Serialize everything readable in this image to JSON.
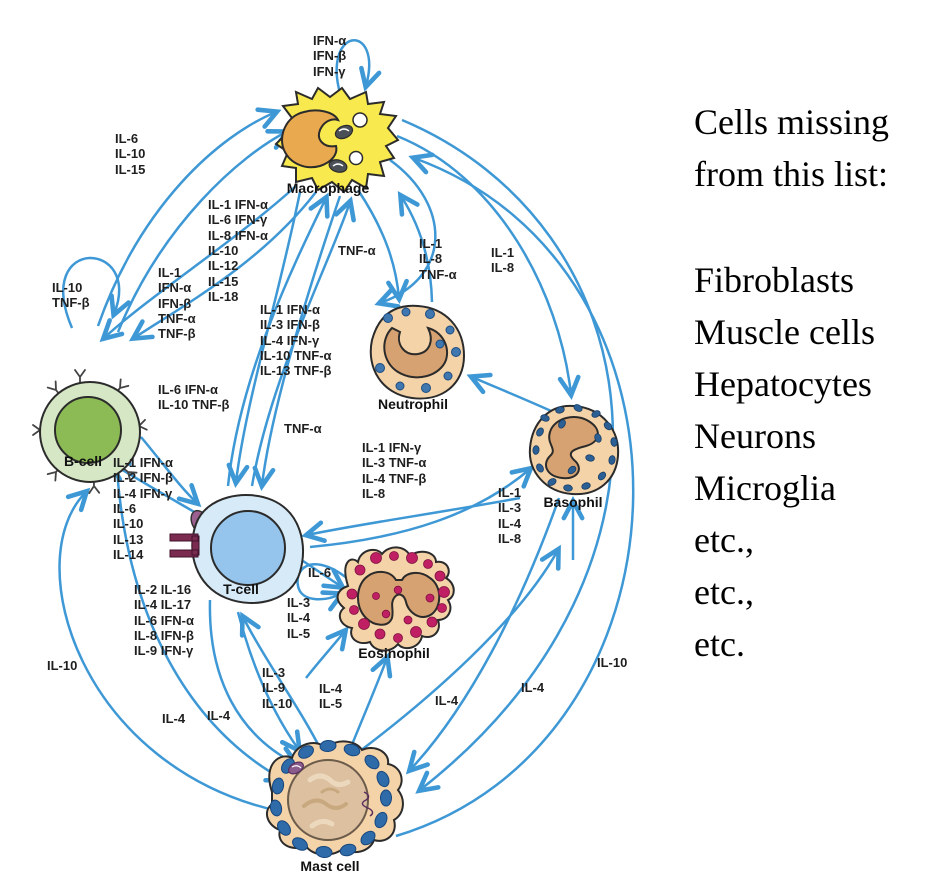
{
  "colors": {
    "arrow": "#3e98d5",
    "label_text": "#1f1f1f",
    "outline": "#2b2b2b",
    "macrophage_body": "#f8e94e",
    "macrophage_nucleus": "#e9a94f",
    "bcell_outer": "#d6e7c5",
    "bcell_nucleus": "#8cbb55",
    "tcell_outer": "#d6eaf8",
    "tcell_nucleus": "#95c5ec",
    "granulocyte_body": "#f5d3a8",
    "neutrophil_nucleus": "#d7a271",
    "eosinophil_granule": "#c02063",
    "basophil_granule": "#2c5f94",
    "mast_granule": "#2f6ba8",
    "mast_nucleus": "#dcc0a0",
    "receptor": "#7b2b50"
  },
  "cells": [
    {
      "id": "macrophage",
      "label": "Macrophage"
    },
    {
      "id": "b-cell",
      "label": "B-cell"
    },
    {
      "id": "t-cell",
      "label": "T-cell"
    },
    {
      "id": "neutrophil",
      "label": "Neutrophil"
    },
    {
      "id": "basophil",
      "label": "Basophil"
    },
    {
      "id": "eosinophil",
      "label": "Eosinophil"
    },
    {
      "id": "mast-cell",
      "label": "Mast cell"
    }
  ],
  "cytokine_labels": [
    {
      "id": "macrophage-self-loop",
      "text": "IFN-α\nIFN-β\nIFN-γ"
    },
    {
      "id": "bcell-to-macrophage",
      "text": "IL-6\nIL-10\nIL-15"
    },
    {
      "id": "tcell-to-macrophage",
      "text": "IL-1  IFN-α\nIL-6  IFN-γ\nIL-8  IFN-α\nIL-10\nIL-12\nIL-15\nIL-18"
    },
    {
      "id": "macrophage-to-bcell",
      "text": "IL-1\nIFN-α\nIFN-β\nTNF-α\nTNF-β"
    },
    {
      "id": "bcell-self-loop",
      "text": "IL-10\nTNF-β"
    },
    {
      "id": "macrophage-to-tcell",
      "text": "IL-1   IFN-α\nIL-3   IFN-β\nIL-4   IFN-γ\nIL-10 TNF-α\nIL-13 TNF-β"
    },
    {
      "id": "neutrophil-to-macrophage",
      "text": "TNF-α"
    },
    {
      "id": "macrophage-to-neutrophil",
      "text": "IL-1\nIL-8\nTNF-α"
    },
    {
      "id": "macrophage-to-basophil",
      "text": "IL-1\nIL-8"
    },
    {
      "id": "bcell-tcell-pair",
      "text": "IL-6  IFN-α\nIL-10 TNF-β"
    },
    {
      "id": "tcell-tnf",
      "text": "TNF-α"
    },
    {
      "id": "tcell-to-neutrophil",
      "text": "IL-1 IFN-γ\nIL-3 TNF-α\nIL-4 TNF-β\nIL-8"
    },
    {
      "id": "tcell-to-bcell",
      "text": "IL-1  IFN-α\nIL-2  IFN-β\nIL-4  IFN-γ\nIL-6\nIL-10\nIL-13\nIL-14"
    },
    {
      "id": "tcell-lower-block",
      "text": "IL-2 IL-16\nIL-4 IL-17\nIL-6 IFN-α\nIL-8 IFN-β\nIL-9 IFN-γ"
    },
    {
      "id": "eosinophil-self-loop",
      "text": "IL-6"
    },
    {
      "id": "tcell-to-eosinophil",
      "text": "IL-3\nIL-4\nIL-5"
    },
    {
      "id": "to-basophil-right",
      "text": "IL-1\nIL-3\nIL-4\nIL-8"
    },
    {
      "id": "mast-to-bcell-left",
      "text": "IL-10"
    },
    {
      "id": "bcell-to-mast-1",
      "text": "IL-4"
    },
    {
      "id": "bcell-to-mast-2",
      "text": "IL-4"
    },
    {
      "id": "tcell-to-mast",
      "text": "IL-3\nIL-9\nIL-10"
    },
    {
      "id": "mast-to-eosinophil",
      "text": "IL-4\nIL-5"
    },
    {
      "id": "mast-arc-il4-1",
      "text": "IL-4"
    },
    {
      "id": "mast-to-basophil",
      "text": "IL-4"
    },
    {
      "id": "mast-to-macrophage",
      "text": "IL-10"
    }
  ],
  "side_note": {
    "heading": "Cells missing\nfrom this list:",
    "items": [
      "Fibroblasts",
      "Muscle cells",
      "Hepatocytes",
      "Neurons",
      "Microglia",
      "etc.,",
      "etc.,",
      "etc."
    ]
  }
}
